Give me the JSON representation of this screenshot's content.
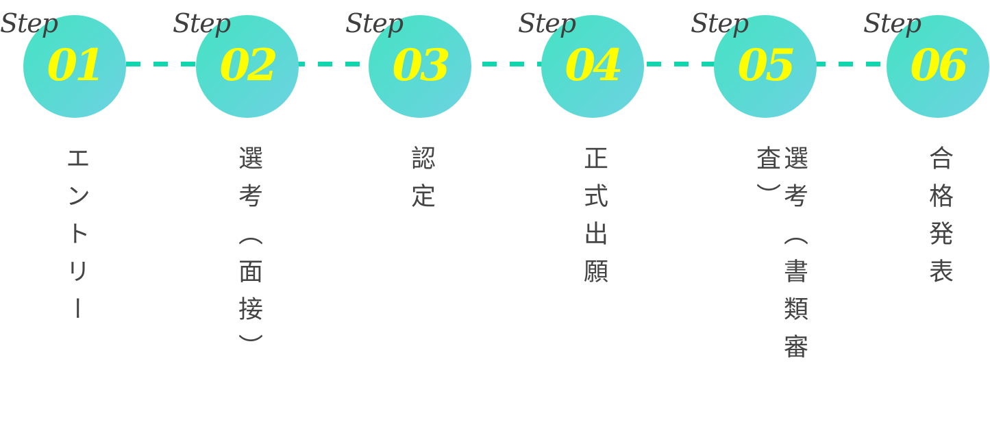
{
  "step_prefix": "Step",
  "colors": {
    "circle_start": "#44e3c2",
    "circle_end": "#6dd2e2",
    "number": "#ffff00",
    "connector": "#10d6b0",
    "text": "#444444"
  },
  "steps": [
    {
      "number": "01",
      "label": "エントリー"
    },
    {
      "number": "02",
      "label": "選考（面接）"
    },
    {
      "number": "03",
      "label": "認定"
    },
    {
      "number": "04",
      "label": "正式出願"
    },
    {
      "number": "05",
      "label": "選考（書類審査）"
    },
    {
      "number": "06",
      "label": "合格発表"
    }
  ]
}
